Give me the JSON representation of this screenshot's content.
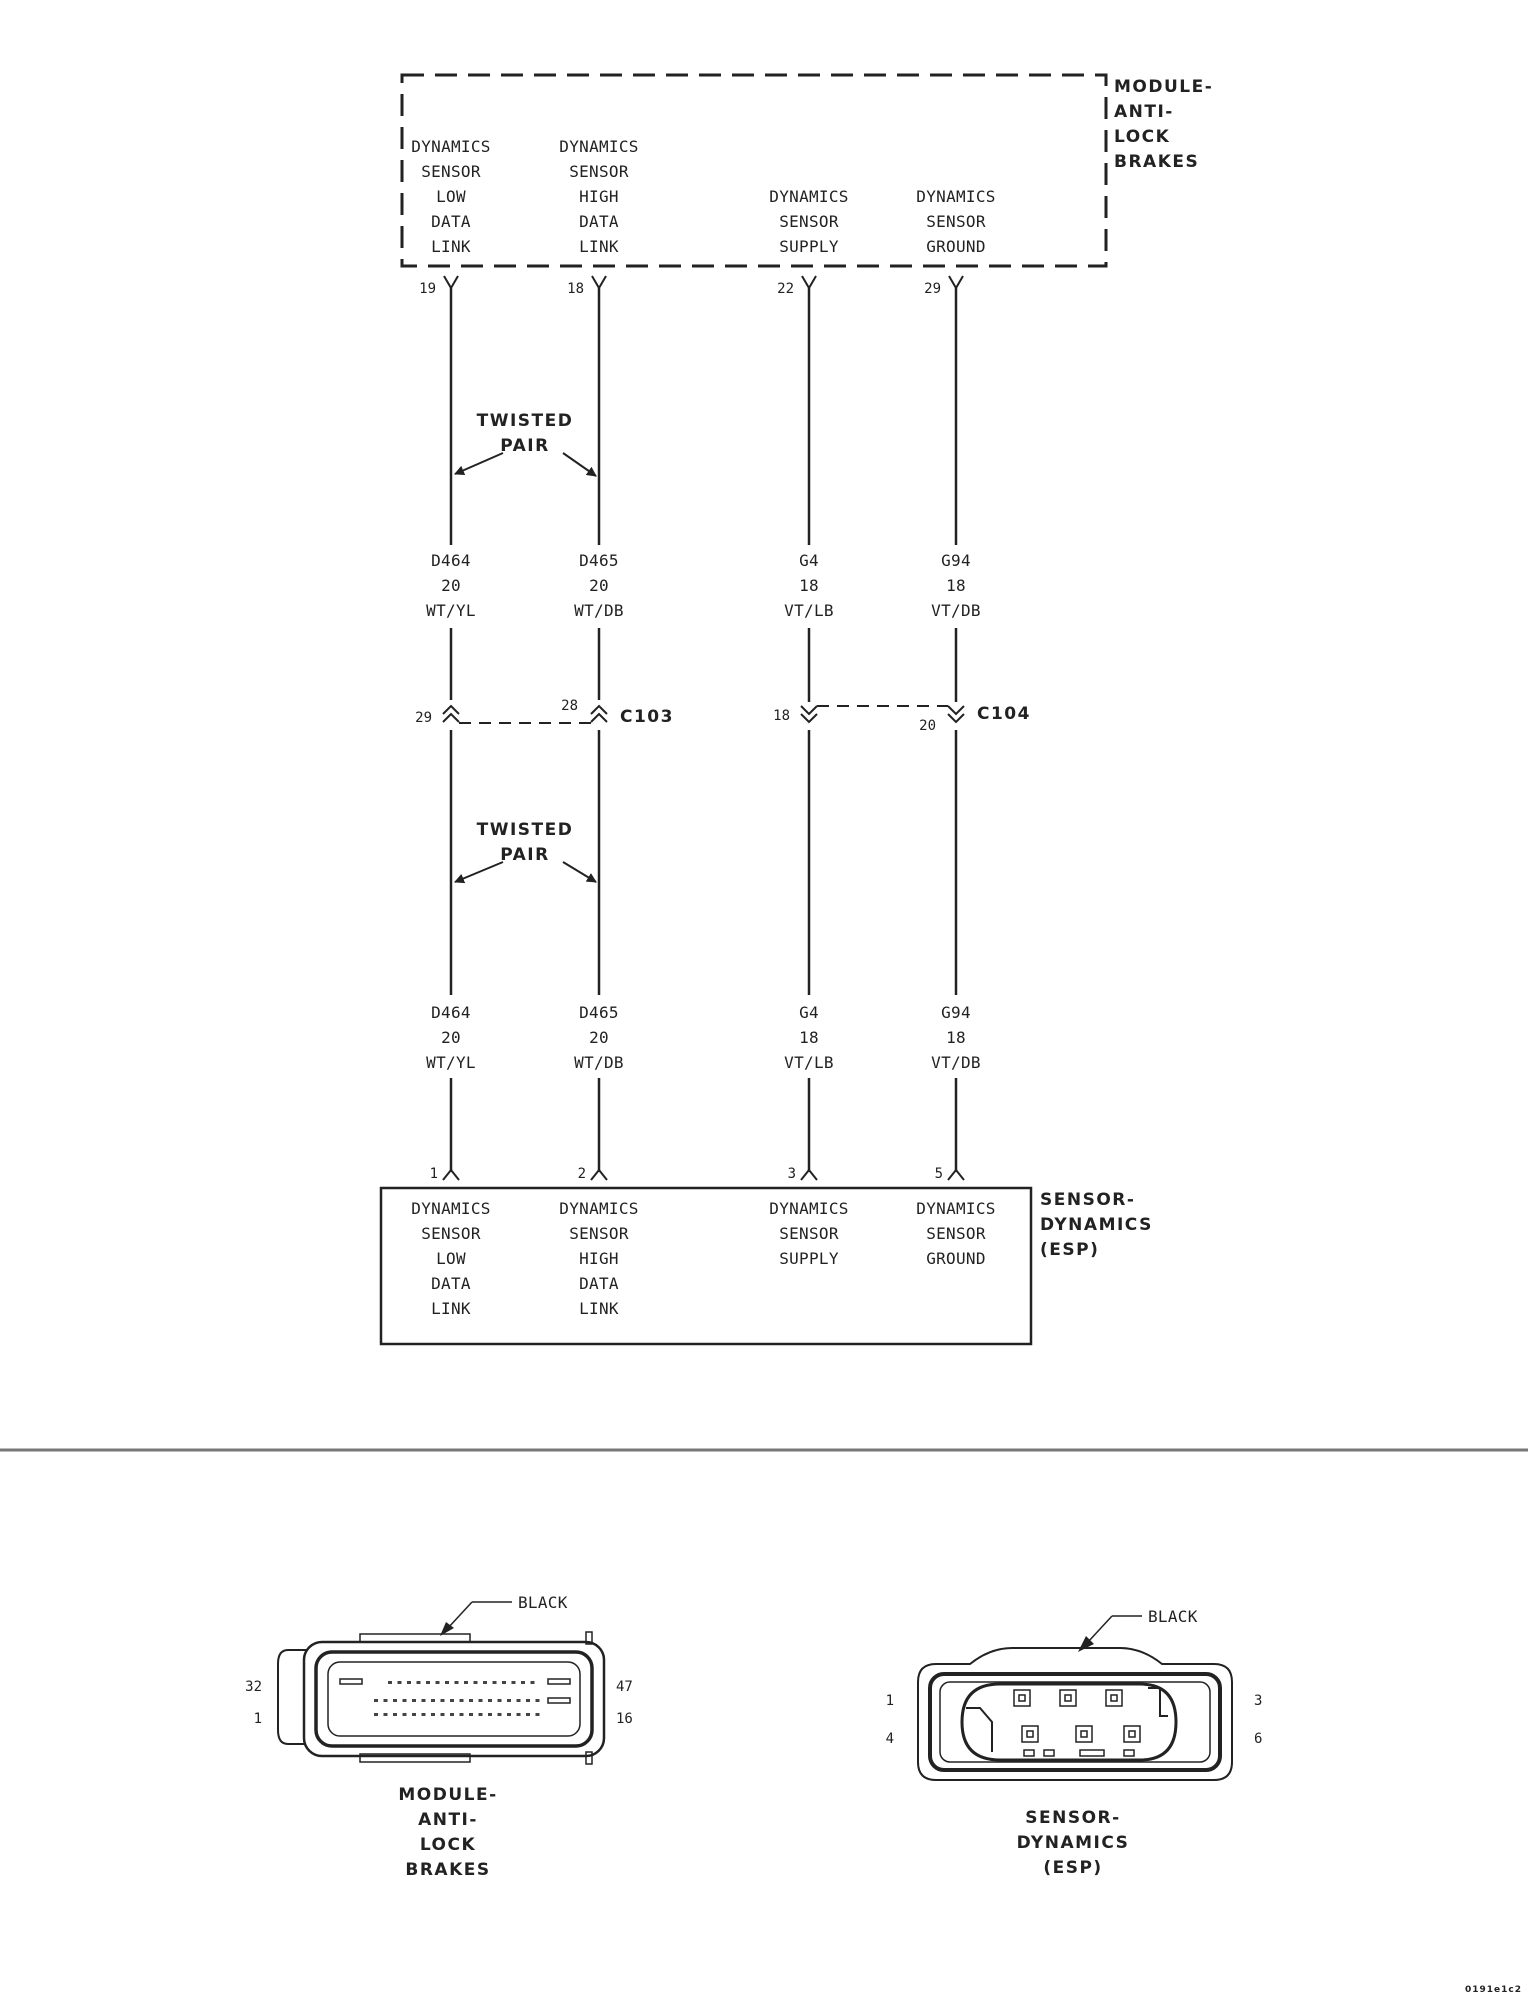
{
  "abs_module": {
    "label": [
      "MODULE-",
      "ANTI-",
      "LOCK",
      "BRAKES"
    ],
    "terminals": [
      {
        "lines": [
          "DYNAMICS",
          "SENSOR",
          "LOW",
          "DATA",
          "LINK"
        ],
        "pin": "19"
      },
      {
        "lines": [
          "DYNAMICS",
          "SENSOR",
          "HIGH",
          "DATA",
          "LINK"
        ],
        "pin": "18"
      },
      {
        "lines": [
          "DYNAMICS",
          "SENSOR",
          "SUPPLY"
        ],
        "pin": "22"
      },
      {
        "lines": [
          "DYNAMICS",
          "SENSOR",
          "GROUND"
        ],
        "pin": "29"
      }
    ]
  },
  "twisted_pair_label": [
    "TWISTED",
    "PAIR"
  ],
  "wires_upper": [
    {
      "code": "D464",
      "gauge": "20",
      "color": "WT/YL"
    },
    {
      "code": "D465",
      "gauge": "20",
      "color": "WT/DB"
    },
    {
      "code": "G4",
      "gauge": "18",
      "color": "VT/LB"
    },
    {
      "code": "G94",
      "gauge": "18",
      "color": "VT/DB"
    }
  ],
  "connectors": [
    {
      "name": "C103",
      "pins": [
        "29",
        "28"
      ]
    },
    {
      "name": "C104",
      "pins": [
        "18",
        "20"
      ]
    }
  ],
  "wires_lower": [
    {
      "code": "D464",
      "gauge": "20",
      "color": "WT/YL"
    },
    {
      "code": "D465",
      "gauge": "20",
      "color": "WT/DB"
    },
    {
      "code": "G4",
      "gauge": "18",
      "color": "VT/LB"
    },
    {
      "code": "G94",
      "gauge": "18",
      "color": "VT/DB"
    }
  ],
  "sensor": {
    "label": [
      "SENSOR-",
      "DYNAMICS",
      "(ESP)"
    ],
    "terminals": [
      {
        "lines": [
          "DYNAMICS",
          "SENSOR",
          "LOW",
          "DATA",
          "LINK"
        ],
        "pin": "1"
      },
      {
        "lines": [
          "DYNAMICS",
          "SENSOR",
          "HIGH",
          "DATA",
          "LINK"
        ],
        "pin": "2"
      },
      {
        "lines": [
          "DYNAMICS",
          "SENSOR",
          "SUPPLY"
        ],
        "pin": "3"
      },
      {
        "lines": [
          "DYNAMICS",
          "SENSOR",
          "GROUND"
        ],
        "pin": "5"
      }
    ]
  },
  "connector_views": {
    "abs": {
      "color_label": "BLACK",
      "pins": {
        "top_left": "32",
        "bottom_left": "1",
        "top_right": "47",
        "bottom_right": "16"
      },
      "label": [
        "MODULE-",
        "ANTI-",
        "LOCK",
        "BRAKES"
      ]
    },
    "esp": {
      "color_label": "BLACK",
      "pins": {
        "top_left": "1",
        "bottom_left": "4",
        "top_right": "3",
        "bottom_right": "6"
      },
      "label": [
        "SENSOR-",
        "DYNAMICS",
        "(ESP)"
      ]
    }
  },
  "figure_id": "0191e1c2"
}
